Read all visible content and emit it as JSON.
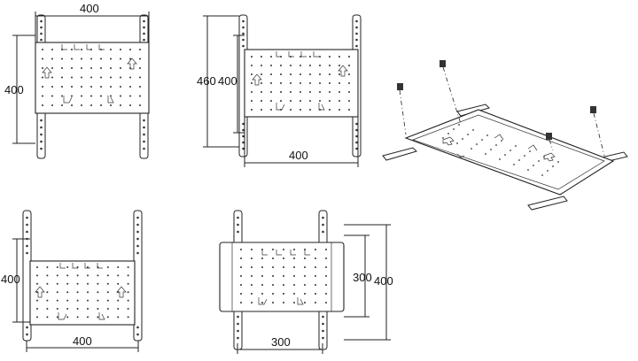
{
  "dimensions": {
    "view1": {
      "top": "400",
      "left": "400"
    },
    "view2": {
      "left_outer": "460",
      "left_inner": "400",
      "bottom": "400"
    },
    "view3": {
      "left": "400",
      "bottom": "400"
    },
    "view4": {
      "right_inner": "300",
      "right_outer": "400",
      "bottom": "300"
    }
  }
}
